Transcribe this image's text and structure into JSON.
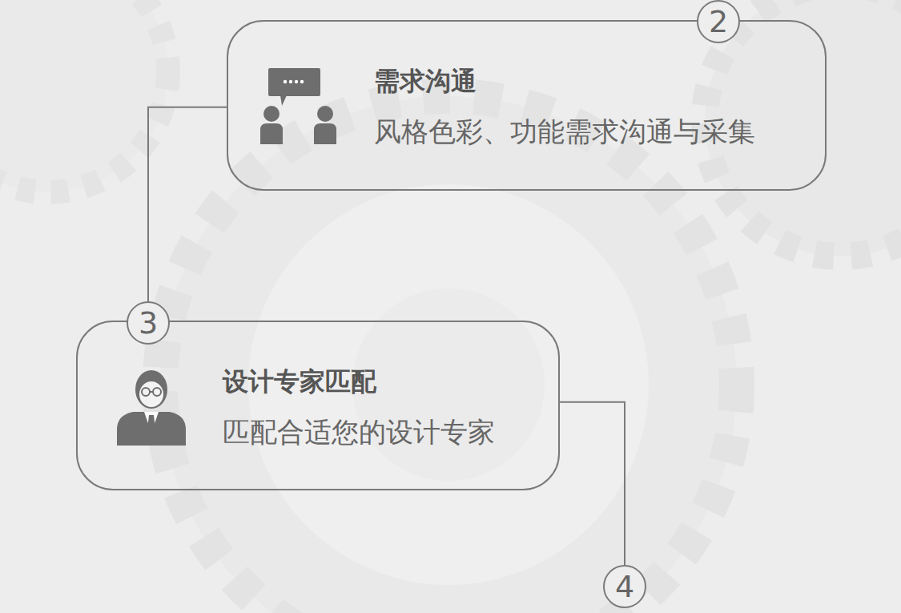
{
  "diagram": {
    "nodes": [
      {
        "text": [
          "需求沟通",
          "风格色彩、功能需求沟通与采集"
        ]
      },
      {
        "text": [
          "设计专家匹配",
          "匹配合适您的设计专家"
        ]
      },
      {
        "text": [
          "4"
        ]
      }
    ],
    "edges": [
      {
        "from": 0,
        "to": 1,
        "arrow": "none"
      },
      {
        "from": 1,
        "to": 2,
        "arrow": "none"
      }
    ],
    "labels": [
      "2",
      "3"
    ]
  }
}
